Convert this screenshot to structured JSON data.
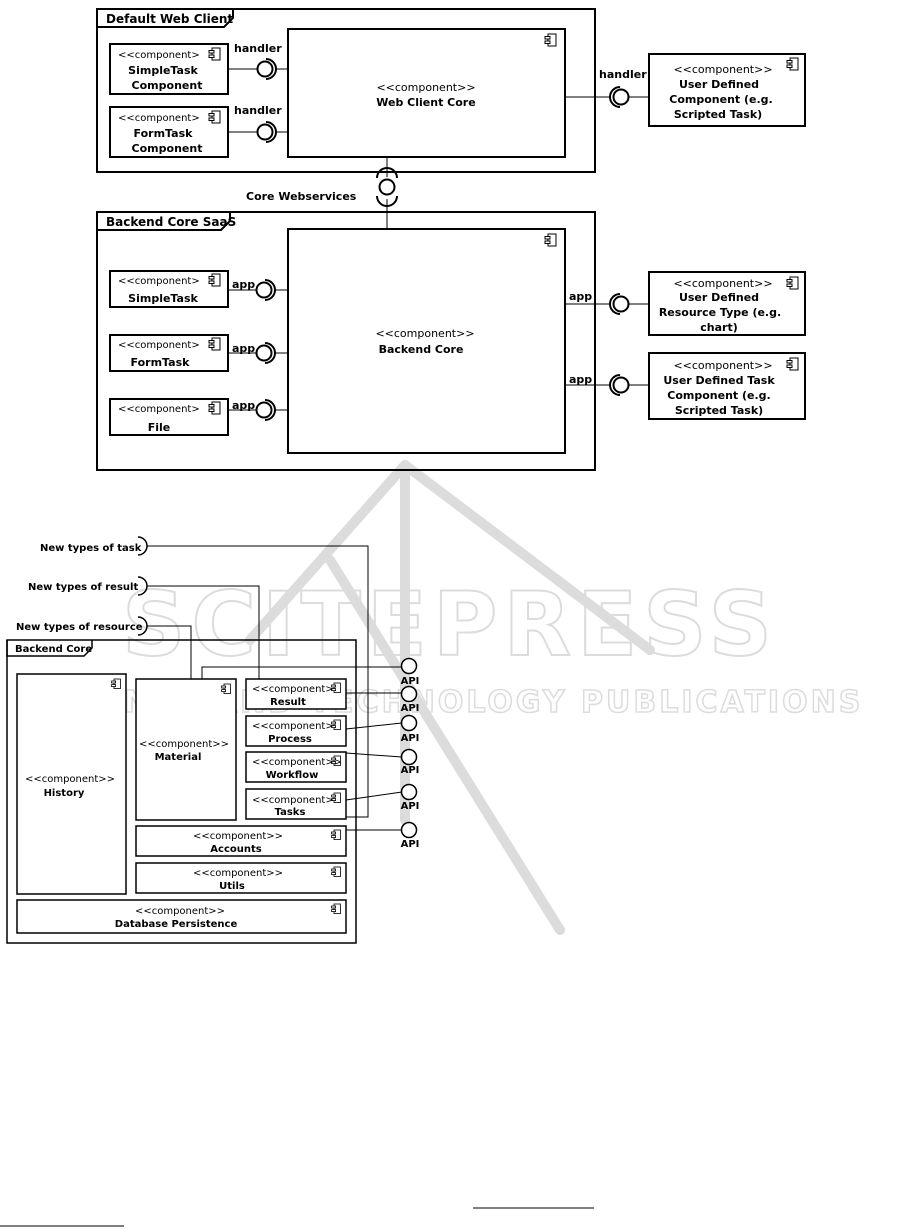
{
  "top": {
    "web_client_title": "Default Web Client",
    "backend_saas_title": "Backend Core SaaS",
    "stereotype": "<<component>>",
    "stereotype_short": "<<component>",
    "web_client_core": "Web Client Core",
    "backend_core": "Backend Core",
    "core_webservices": "Core Webservices",
    "handler": "handler",
    "app": "app",
    "simpletask_component": [
      "SimpleTask",
      "Component"
    ],
    "formtask_component": [
      "FormTask",
      "Component"
    ],
    "user_defined_component": [
      "User Defined",
      "Component (e.g.",
      "Scripted Task)"
    ],
    "simpletask": "SimpleTask",
    "formtask": "FormTask",
    "file": "File",
    "user_defined_resource": [
      "User Defined",
      "Resource Type (e.g.",
      "chart)"
    ],
    "user_defined_task": [
      "User Defined Task",
      "Component (e.g.",
      "Scripted Task)"
    ]
  },
  "bottom": {
    "backend_core_title": "Backend Core",
    "stereotype": "<<component>>",
    "stereotype_short": "<<component>",
    "new_task": "New types of task",
    "new_result": "New types of result",
    "new_resource": "New types of resource",
    "history": "History",
    "material": "Material",
    "result": "Result",
    "process": "Process",
    "workflow": "Workflow",
    "tasks": "Tasks",
    "accounts": "Accounts",
    "utils": "Utils",
    "database": "Database Persistence",
    "api": "API"
  },
  "watermark": {
    "main": "SCITEPRESS",
    "sub": "SCIENCE AND TECHNOLOGY PUBLICATIONS"
  },
  "colors": {
    "line": "#000000",
    "watermark": "#d9d9d9"
  }
}
